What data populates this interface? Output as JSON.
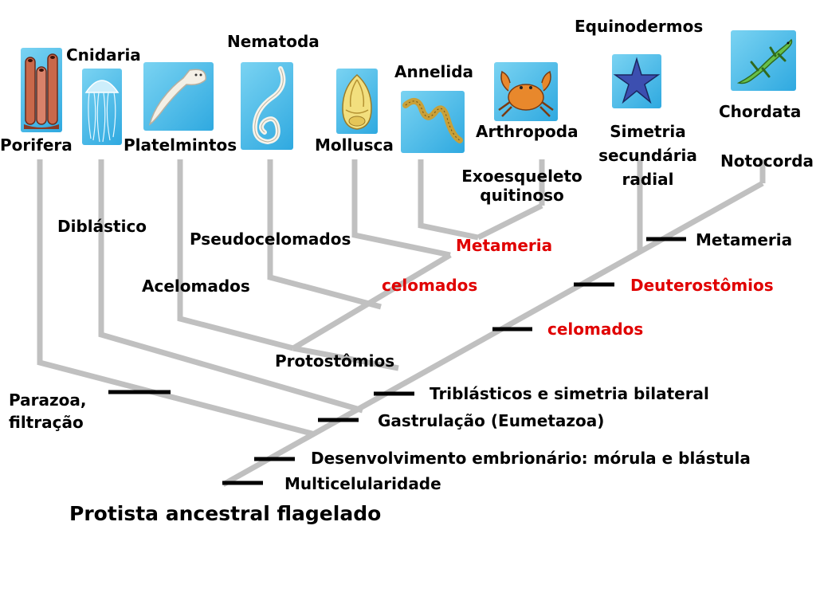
{
  "colors": {
    "branch": "#c0c0c0",
    "marker": "#000000",
    "highlight": "#e00000",
    "image_bg": "#5bc3ec"
  },
  "taxa": {
    "porifera": "Porifera",
    "cnidaria": "Cnidaria",
    "platelmintos": "Platelmintos",
    "nematoda": "Nematoda",
    "mollusca": "Mollusca",
    "annelida": "Annelida",
    "arthropoda": "Arthropoda",
    "equinodermos": "Equinodermos",
    "chordata": "Chordata"
  },
  "traits": {
    "exoesqueleto_1": "Exoesqueleto",
    "exoesqueleto_2": "quitinoso",
    "simetria_1": "Simetria",
    "simetria_2": "secundária",
    "simetria_3": "radial",
    "notocorda": "Notocorda",
    "diblastico": "Diblástico",
    "pseudocelomados": "Pseudocelomados",
    "metameria_proto": "Metameria",
    "metameria_deut": "Metameria",
    "acelomados": "Acelomados",
    "celomados_proto": "celomados",
    "deuterostomios": "Deuterostômios",
    "celomados_main": "celomados",
    "protostomios": "Protostômios",
    "parazoa_1": "Parazoa,",
    "parazoa_2": "filtração",
    "triblasticos": "Triblásticos e simetria bilateral",
    "gastrulacao": "Gastrulação (Eumetazoa)",
    "desenvolvimento": "Desenvolvimento embrionário: mórula e blástula",
    "multicelularidade": "Multicelularidade"
  },
  "root": "Protista ancestral flagelado",
  "icons": [
    "sponge-icon",
    "jellyfish-icon",
    "flatworm-icon",
    "roundworm-icon",
    "snail-icon",
    "earthworm-icon",
    "crab-icon",
    "starfish-icon",
    "lizard-icon"
  ]
}
